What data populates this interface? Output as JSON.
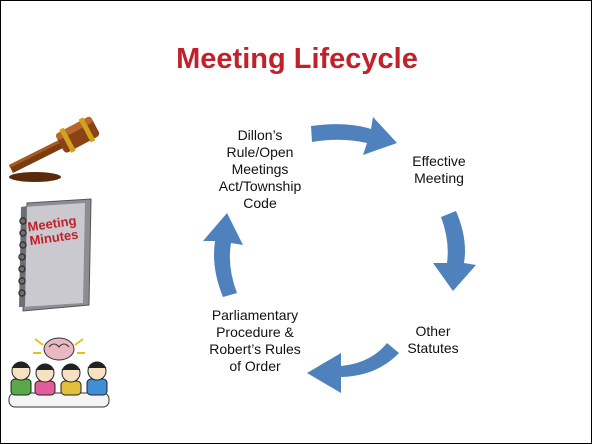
{
  "slide": {
    "title": "Meeting Lifecycle",
    "accent_color": "#c0212a",
    "arrow_color": "#4f81bd"
  },
  "cycle": [
    {
      "id": "rule",
      "lines": [
        "Dillon’s",
        "Rule/Open",
        "Meetings",
        "Act/Township",
        "Code"
      ]
    },
    {
      "id": "effective",
      "lines": [
        "Effective",
        "Meeting"
      ]
    },
    {
      "id": "statutes",
      "lines": [
        "Other",
        "Statutes"
      ]
    },
    {
      "id": "parliamentary",
      "lines": [
        "Parliamentary",
        "Procedure &",
        "Robert’s Rules",
        "of Order"
      ]
    }
  ],
  "clipart": {
    "gavel": {
      "icon": "gavel-icon"
    },
    "minutes": {
      "icon": "meeting-minutes-book-icon",
      "lines": [
        "Meeting",
        "Minutes"
      ]
    },
    "people": {
      "icon": "brainstorm-people-icon"
    }
  }
}
